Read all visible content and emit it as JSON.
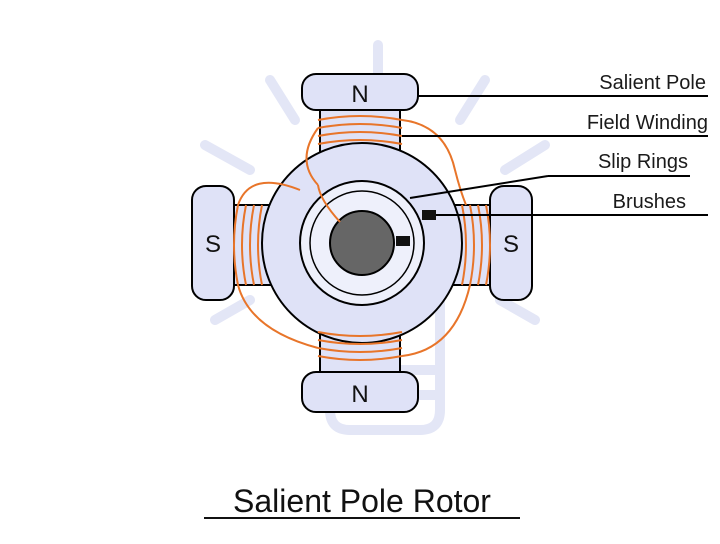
{
  "title": "Salient Pole Rotor",
  "labels": {
    "salient_pole": "Salient Pole",
    "field_winding": "Field Winding",
    "slip_rings": "Slip Rings",
    "brushes": "Brushes"
  },
  "poles": {
    "top": "N",
    "bottom": "N",
    "left": "S",
    "right": "S"
  },
  "colors": {
    "pole_fill": "#dfe2f7",
    "outline": "#000000",
    "winding": "#e8752a",
    "shaft": "#666666",
    "watermark": "#e3e6f6"
  }
}
